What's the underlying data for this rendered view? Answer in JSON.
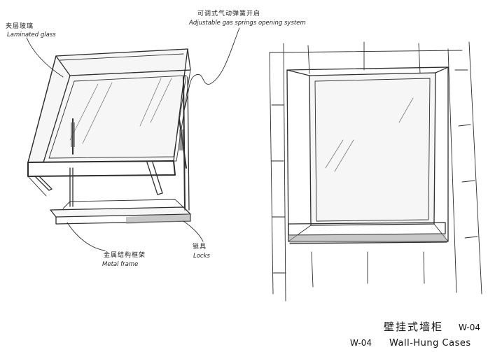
{
  "labels": {
    "laminated_glass_cn": "夹层玻璃",
    "laminated_glass_en": "Laminated glass",
    "gas_spring_cn": "可调式气动弹簧开启",
    "gas_spring_en": "Adjustable gas springs opening system",
    "metal_frame_cn": "金属结构框架",
    "metal_frame_en": "Metal frame",
    "locks_cn": "锁具",
    "locks_en": "Locks"
  },
  "caption": {
    "title_cn": "壁挂式墙柜",
    "code_top": "W-04",
    "code_bottom": "W-04",
    "title_en": "Wall-Hung Cases"
  },
  "colors": {
    "ink": "#2e2e2e",
    "glass": "#eeeeee",
    "background": "#ffffff"
  }
}
